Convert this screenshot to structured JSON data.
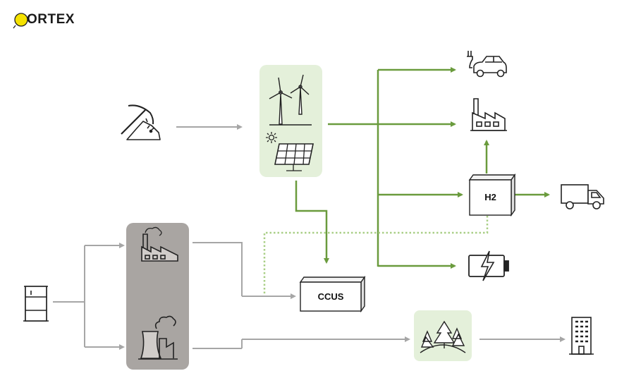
{
  "logo": {
    "text": "ORTEX"
  },
  "nodes": {
    "ccus": {
      "label": "CCUS"
    },
    "h2": {
      "label": "H2"
    }
  },
  "icons": [
    "mining-pickaxe-icon",
    "wind-turbine-icon",
    "solar-panel-icon",
    "electric-car-icon",
    "factory-icon",
    "hydrogen-box-icon",
    "truck-icon",
    "battery-charging-icon",
    "oil-barrel-icon",
    "industrial-plant-icon",
    "power-plant-cooling-tower-icon",
    "ccus-box-icon",
    "forest-icon",
    "office-building-icon"
  ],
  "colors": {
    "green_line": "#6a9b3d",
    "green_dotted": "#a9cf86",
    "gray_line": "#a6a6a6",
    "renewables_bg": "#e4f0da",
    "fossil_bg": "#a9a5a2",
    "forest_bg": "#e4f0da",
    "logo_yellow": "#f5e200"
  }
}
